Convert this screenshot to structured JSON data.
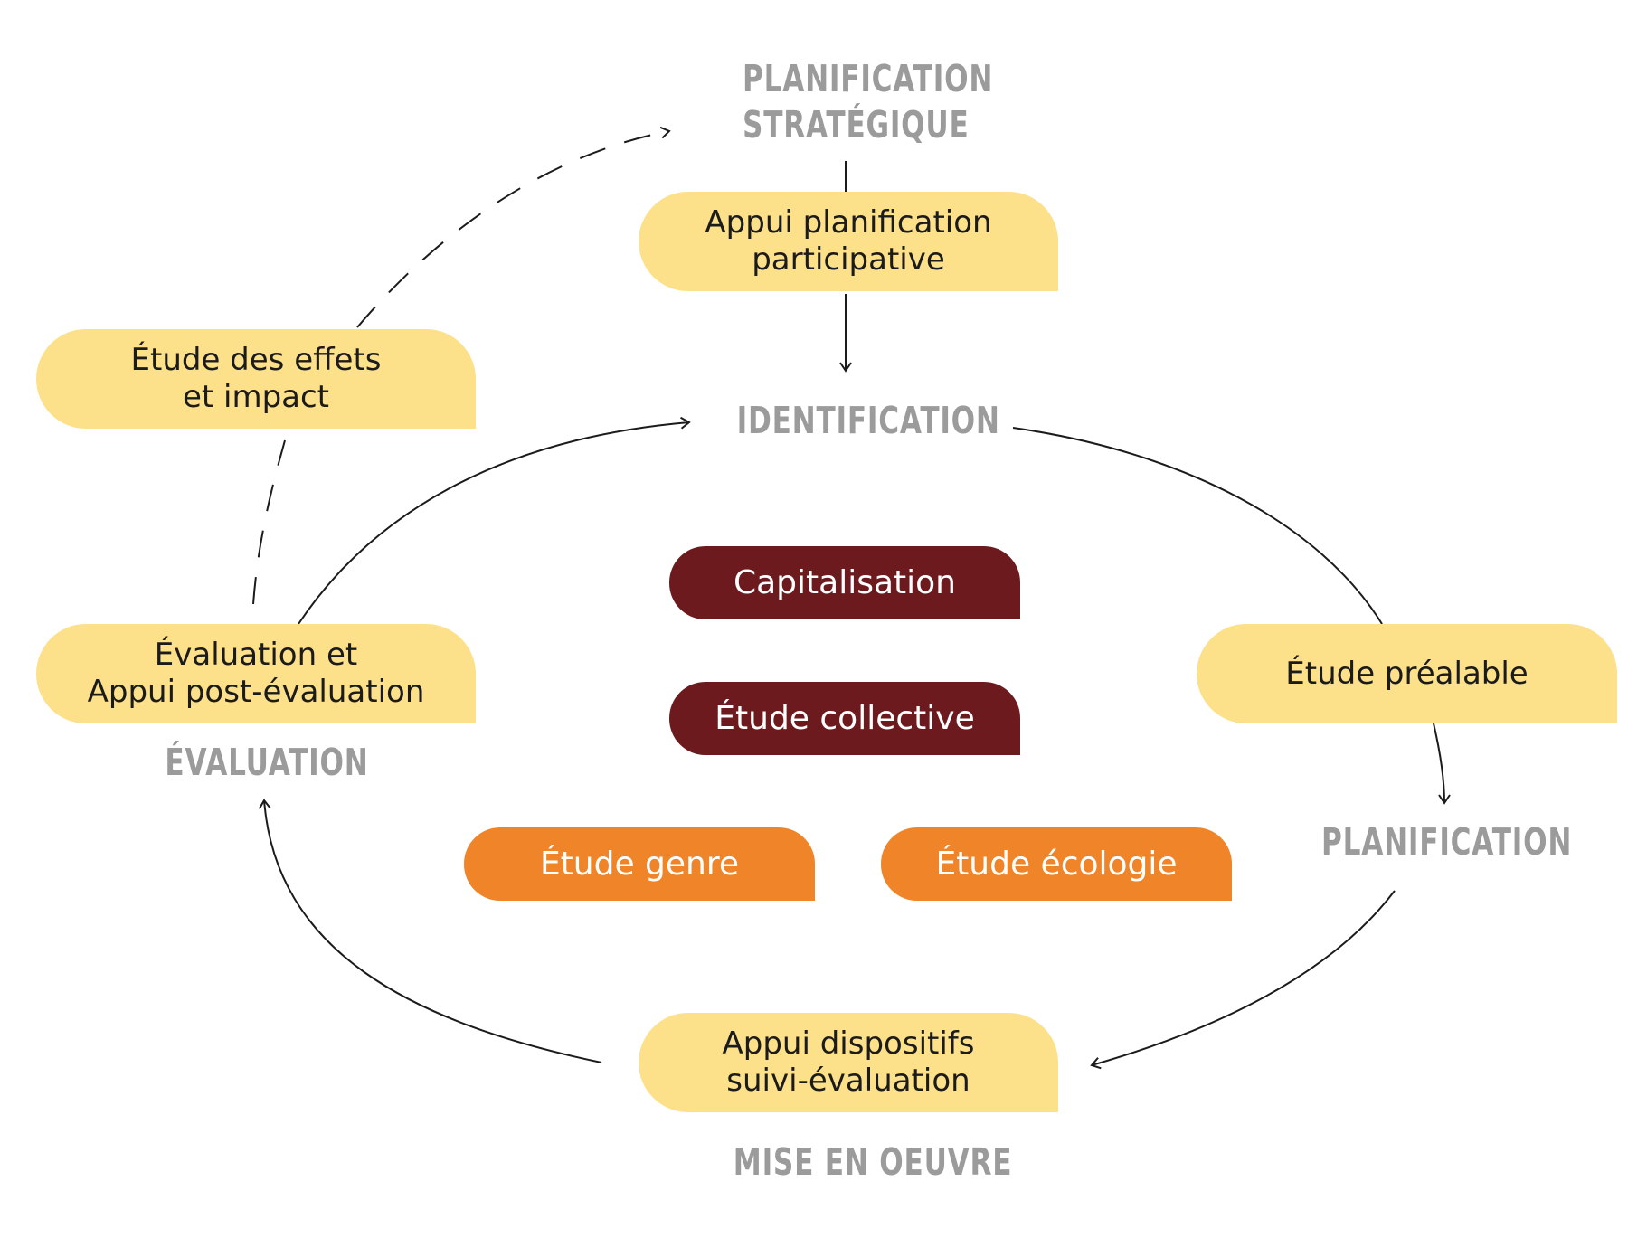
{
  "stages": {
    "planification_strategique": [
      "PLANIFICATION",
      "STRATÉGIQUE"
    ],
    "identification": "IDENTIFICATION",
    "planification": "PLANIFICATION",
    "mise_en_oeuvre": "MISE EN OEUVRE",
    "evaluation": "ÉVALUATION"
  },
  "boxes": {
    "appui_planification": [
      "Appui planification",
      "participative"
    ],
    "etude_effets": [
      "Étude des effets",
      "et impact"
    ],
    "capitalisation": "Capitalisation",
    "etude_collective": "Étude collective",
    "etude_prealable": "Étude préalable",
    "evaluation_appui": [
      "Évaluation et",
      "Appui post-évaluation"
    ],
    "etude_genre": "Étude genre",
    "etude_ecologie": "Étude écologie",
    "appui_dispositifs": [
      "Appui dispositifs",
      "suivi-évaluation"
    ]
  },
  "colors": {
    "stage_text": "#9b9b9b",
    "box_yellow": "#fde08a",
    "box_dark_red": "#6c1a1d",
    "box_orange": "#ef8428",
    "arrow": "#1b1b1b"
  }
}
